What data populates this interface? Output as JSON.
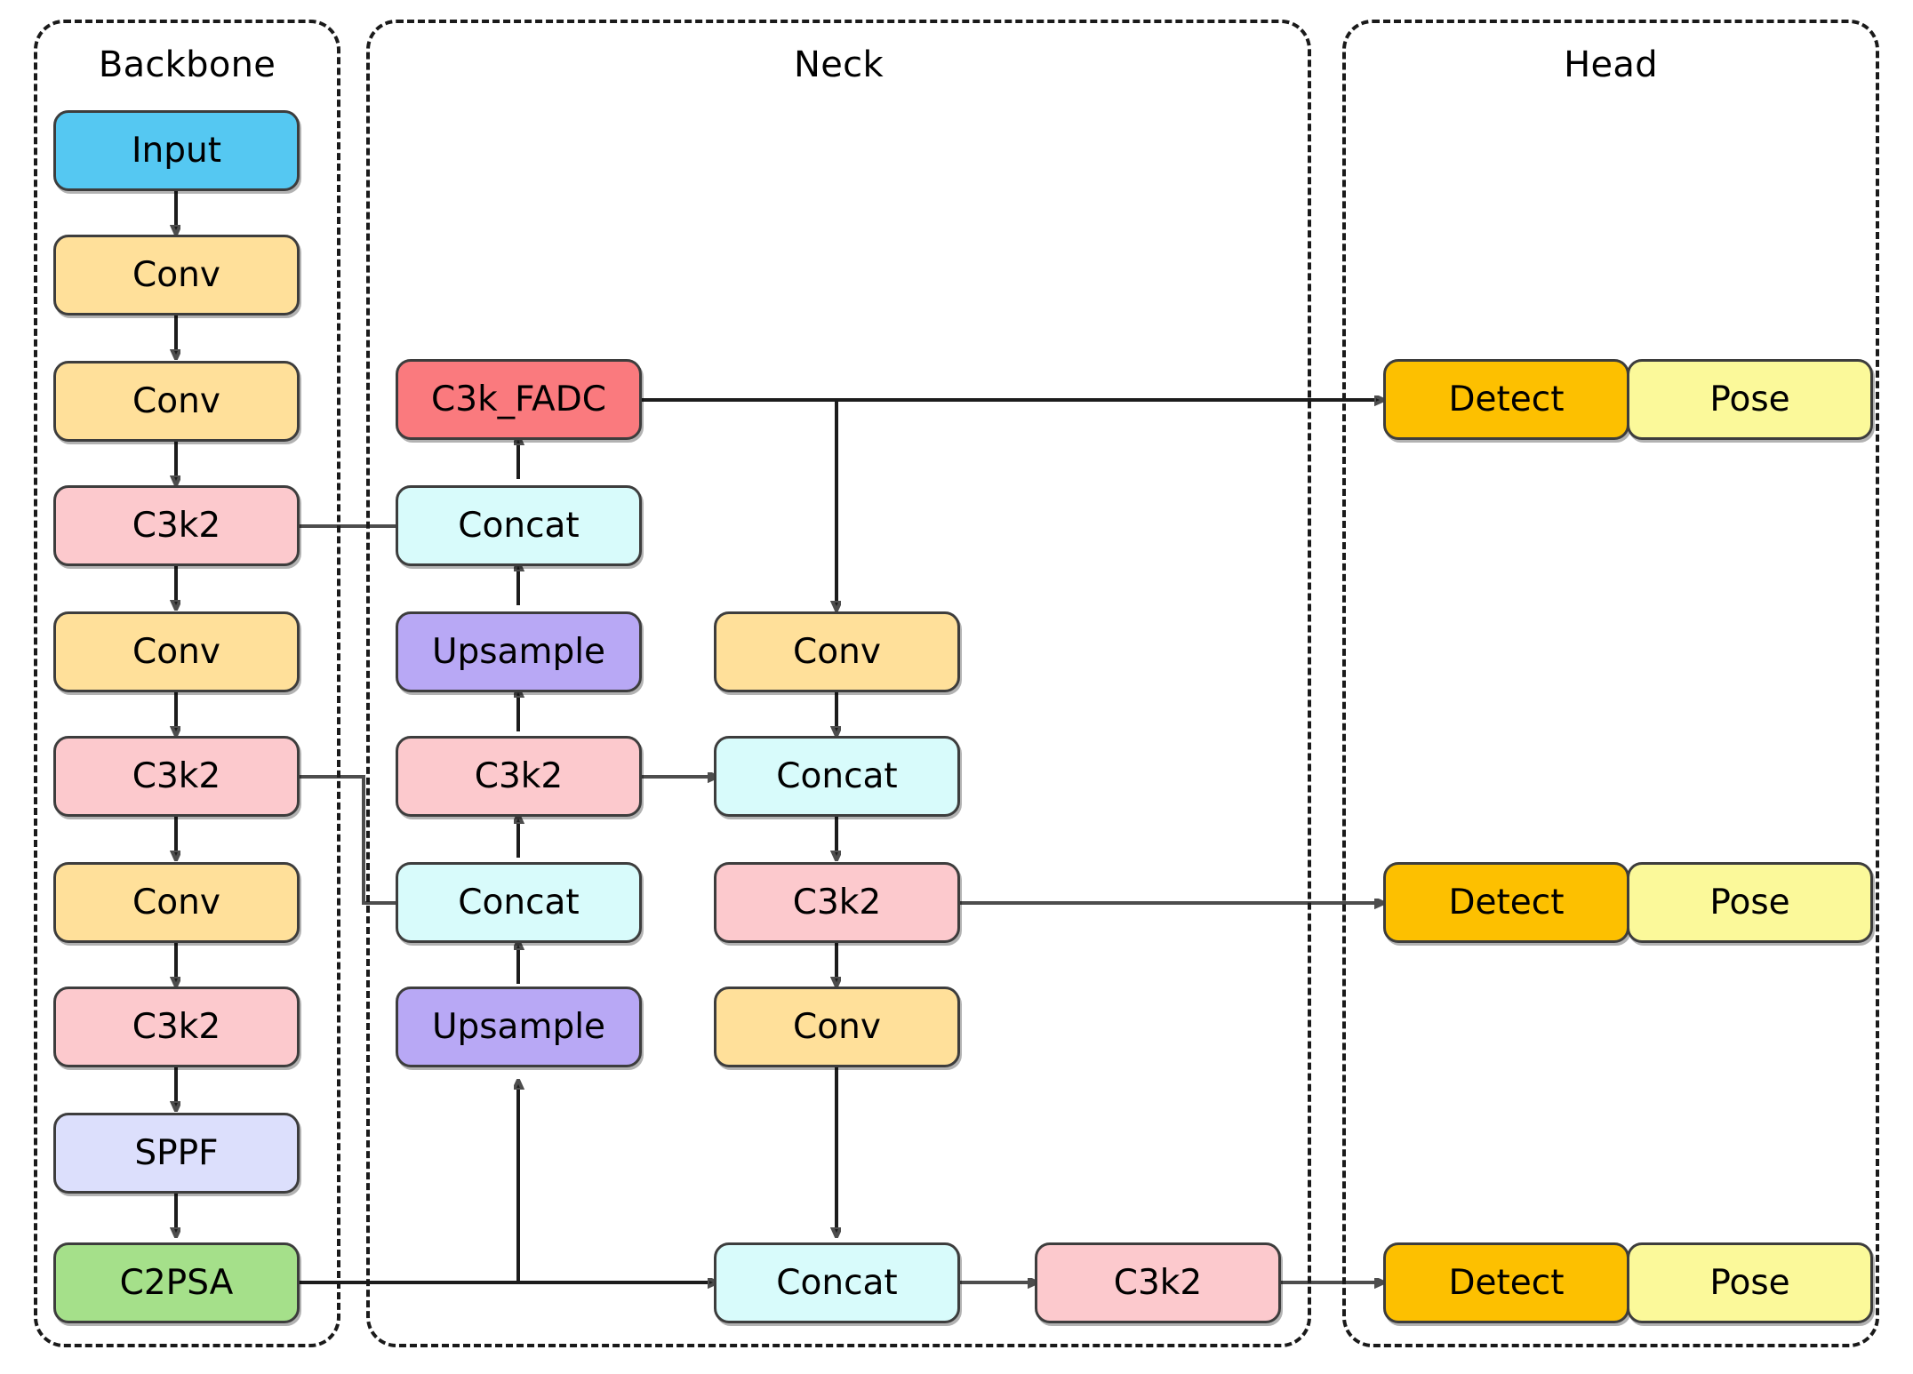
{
  "diagram": {
    "type": "neural-network-architecture",
    "groups": [
      {
        "id": "backbone",
        "title": "Backbone"
      },
      {
        "id": "neck",
        "title": "Neck"
      },
      {
        "id": "head",
        "title": "Head"
      }
    ],
    "colors": {
      "input": "#55c8f2",
      "conv": "#ffe09a",
      "c3k2": "#fcc9cd",
      "sppf": "#dcdffc",
      "c2psa": "#a5e08a",
      "c3k_fadc": "#fa7a7e",
      "concat": "#d8fbfb",
      "upsample": "#b8a8f5",
      "detect": "#fdc000",
      "pose": "#fbf99a",
      "edge": "#4d4d4d",
      "border": "#3d3d3d"
    },
    "backbone": {
      "nodes": [
        {
          "id": "bb-input",
          "label": "Input"
        },
        {
          "id": "bb-conv1",
          "label": "Conv"
        },
        {
          "id": "bb-conv2",
          "label": "Conv"
        },
        {
          "id": "bb-c3k2-1",
          "label": "C3k2"
        },
        {
          "id": "bb-conv3",
          "label": "Conv"
        },
        {
          "id": "bb-c3k2-2",
          "label": "C3k2"
        },
        {
          "id": "bb-conv4",
          "label": "Conv"
        },
        {
          "id": "bb-c3k2-3",
          "label": "C3k2"
        },
        {
          "id": "bb-sppf",
          "label": "SPPF"
        },
        {
          "id": "bb-c2psa",
          "label": "C2PSA"
        }
      ]
    },
    "neck": {
      "nodes": [
        {
          "id": "nk-fadc",
          "label": "C3k_FADC"
        },
        {
          "id": "nk-concat-1",
          "label": "Concat"
        },
        {
          "id": "nk-upsample-1",
          "label": "Upsample"
        },
        {
          "id": "nk-c3k2-1",
          "label": "C3k2"
        },
        {
          "id": "nk-concat-2",
          "label": "Concat"
        },
        {
          "id": "nk-upsample-2",
          "label": "Upsample"
        },
        {
          "id": "nk-conv-1",
          "label": "Conv"
        },
        {
          "id": "nk-concat-3",
          "label": "Concat"
        },
        {
          "id": "nk-c3k2-2",
          "label": "C3k2"
        },
        {
          "id": "nk-conv-2",
          "label": "Conv"
        },
        {
          "id": "nk-concat-4",
          "label": "Concat"
        },
        {
          "id": "nk-c3k2-3",
          "label": "C3k2"
        }
      ]
    },
    "head": {
      "branches": [
        {
          "id": "hd-1",
          "detect": "Detect",
          "pose": "Pose"
        },
        {
          "id": "hd-2",
          "detect": "Detect",
          "pose": "Pose"
        },
        {
          "id": "hd-3",
          "detect": "Detect",
          "pose": "Pose"
        }
      ]
    }
  }
}
